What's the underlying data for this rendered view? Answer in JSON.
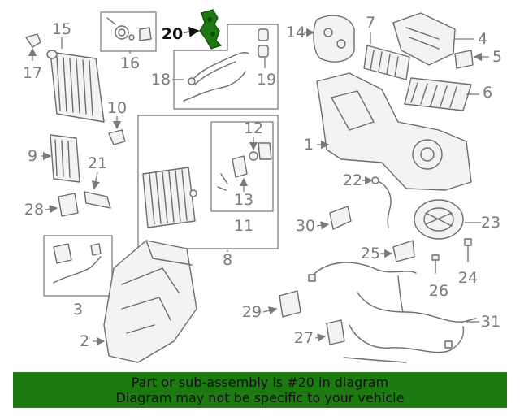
{
  "diagram": {
    "highlight_color": "#1c7a10",
    "callouts": {
      "c1": "1",
      "c2": "2",
      "c3": "3",
      "c4": "4",
      "c5": "5",
      "c6": "6",
      "c7": "7",
      "c8": "8",
      "c9": "9",
      "c10": "10",
      "c11": "11",
      "c12": "12",
      "c13": "13",
      "c14": "14",
      "c15": "15",
      "c16": "16",
      "c17": "17",
      "c18": "18",
      "c19": "19",
      "c20": "20",
      "c21": "21",
      "c22": "22",
      "c23": "23",
      "c24": "24",
      "c25": "25",
      "c26": "26",
      "c27": "27",
      "c28": "28",
      "c29": "29",
      "c30": "30",
      "c31": "31"
    }
  },
  "banner": {
    "line1": "Part or sub-assembly is #20 in diagram",
    "line2": "Diagram may not be specific to your vehicle",
    "background": "#1c7a10"
  }
}
